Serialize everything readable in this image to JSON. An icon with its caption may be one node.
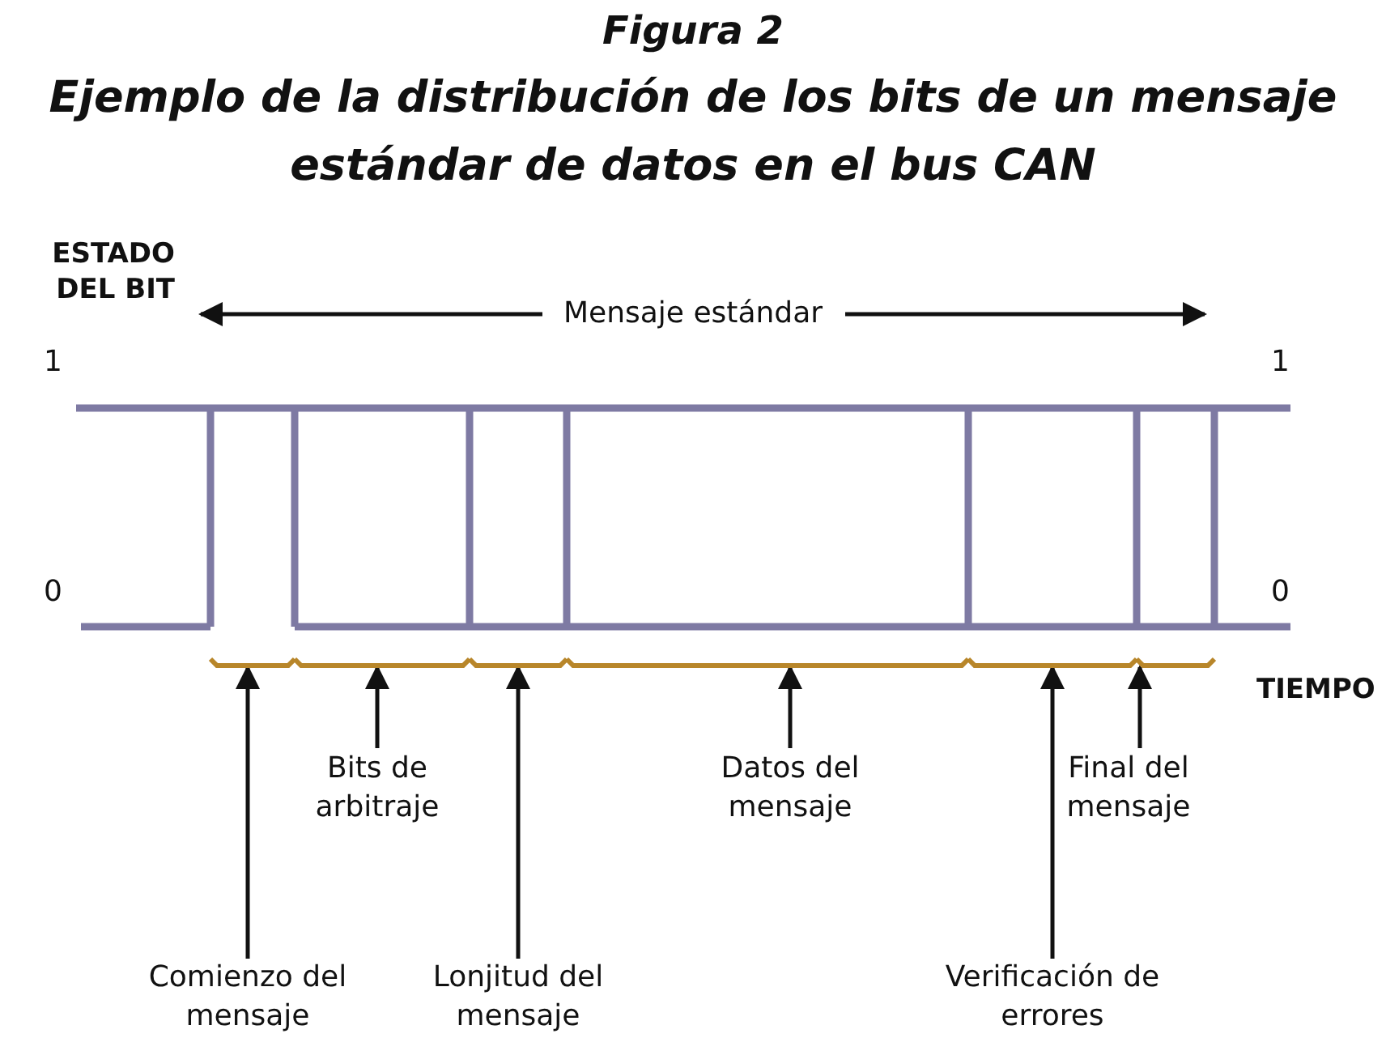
{
  "diagram": {
    "title": "Figura 2",
    "caption": "Ejemplo de la distribución de los bits de un mensaje estándar de datos en el bus CAN",
    "nodes": [
      {
        "text": [],
        "shape": "bracket"
      },
      {
        "text": [],
        "shape": "bracket"
      },
      {
        "text": [],
        "shape": "bracket"
      },
      {
        "text": [],
        "shape": "bracket"
      },
      {
        "text": [],
        "shape": "bracket"
      },
      {
        "text": [],
        "shape": "bracket"
      },
      {
        "text": [
          "Bits de arbitraje"
        ]
      },
      {
        "text": [
          "Datos del mensaje"
        ]
      },
      {
        "text": [
          "Final del mensaje"
        ]
      },
      {
        "text": [
          "Comienzo del mensaje"
        ]
      },
      {
        "text": [
          "Lonjitud del mensaje"
        ]
      },
      {
        "text": [
          "Verificación de errores"
        ]
      }
    ],
    "edges": [
      {
        "from": 6,
        "to": 1,
        "arrow": "to"
      },
      {
        "from": 7,
        "to": 3,
        "arrow": "to"
      },
      {
        "from": 8,
        "to": 5,
        "arrow": "to"
      },
      {
        "from": 9,
        "to": 0,
        "arrow": "to"
      },
      {
        "from": 10,
        "to": 2,
        "arrow": "to"
      },
      {
        "from": 11,
        "to": 4,
        "arrow": "to"
      }
    ],
    "labels": [
      "ESTADO DEL BIT",
      "Mensaje estándar",
      "1",
      "1",
      "0",
      "0",
      "TIEMPO"
    ]
  }
}
